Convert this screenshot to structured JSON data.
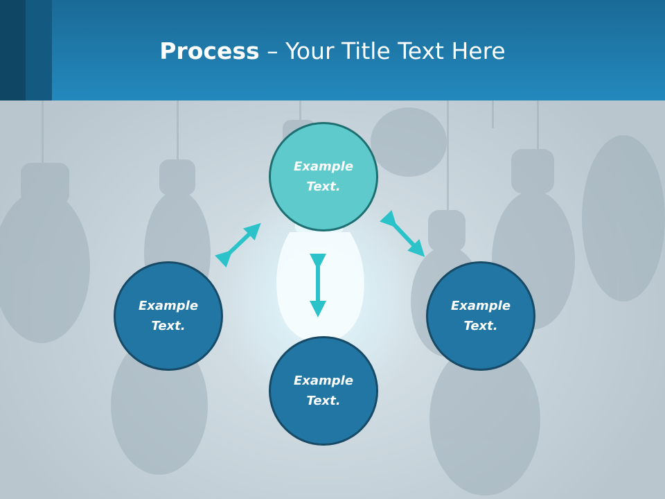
{
  "header": {
    "title_bold": "Process",
    "title_rest": " – Your Title Text Here"
  },
  "nodes": {
    "top": "Example Text.",
    "left": "Example Text.",
    "right": "Example Text.",
    "bottom": "Example Text."
  },
  "colors": {
    "header": "#2389bd",
    "node_top": "#5fcacb",
    "node_blue": "#2276a3",
    "arrow": "#2bc3c9"
  },
  "icons": [
    "double-arrow-icon",
    "lightbulb-icon"
  ]
}
